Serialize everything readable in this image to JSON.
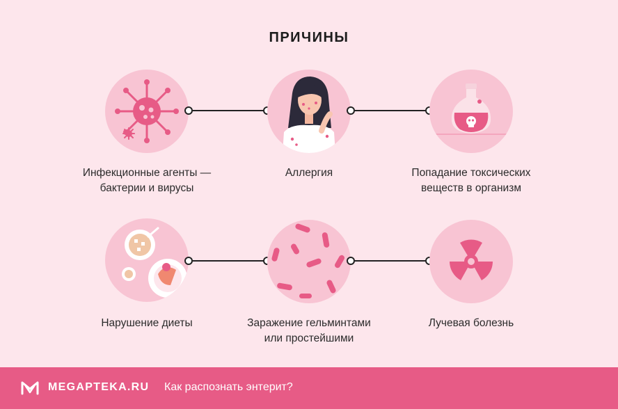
{
  "title": "ПРИЧИНЫ",
  "causes": [
    {
      "label": "Инфекционные агенты —\nбактерии и вирусы",
      "icon": "virus-icon"
    },
    {
      "label": "Аллергия",
      "icon": "allergy-woman-icon"
    },
    {
      "label": "Попадание токсических\nвеществ в организм",
      "icon": "poison-bottle-icon"
    },
    {
      "label": "Нарушение диеты",
      "icon": "food-plates-icon"
    },
    {
      "label": "Заражение гельминтами\nили простейшими",
      "icon": "parasites-icon"
    },
    {
      "label": "Лучевая болезнь",
      "icon": "radiation-icon"
    }
  ],
  "footer": {
    "brand": "MEGAPTEKA.RU",
    "subtitle": "Как распознать энтерит?",
    "logo_icon": "megapteka-logo-icon"
  },
  "colors": {
    "background": "#fde6ec",
    "circle": "#f8c4d3",
    "accent": "#e75b86",
    "footer": "#e75b86"
  }
}
